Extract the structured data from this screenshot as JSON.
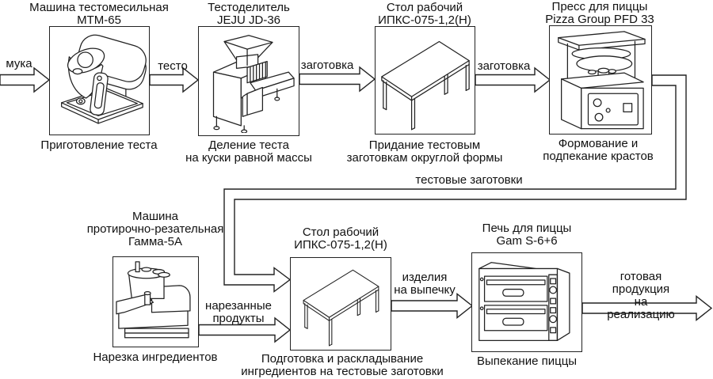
{
  "stages": [
    {
      "title": [
        "Машина тестомесильная",
        "МТМ-65"
      ],
      "caption": [
        "Приготовление теста"
      ]
    },
    {
      "title": [
        "Тестоделитель",
        "JEJU JD-36"
      ],
      "caption": [
        "Деление теста",
        "на куски равной массы"
      ]
    },
    {
      "title": [
        "Стол рабочий",
        "ИПКС-075-1,2(Н)"
      ],
      "caption": [
        "Придание тестовым",
        "заготовкам округлой формы"
      ]
    },
    {
      "title": [
        "Пресс для пиццы",
        "Pizza Group PFD 33"
      ],
      "caption": [
        "Формование и",
        "подпекание крастов"
      ]
    },
    {
      "title": [
        "Машина",
        "протирочно-резательная",
        "Гамма-5А"
      ],
      "caption": [
        "Нарезка ингредиентов"
      ]
    },
    {
      "title": [
        "Стол рабочий",
        "ИПКС-075-1,2(Н)"
      ],
      "caption": [
        "Подготовка и раскладывание",
        "ингредиентов на тестовые заготовки"
      ]
    },
    {
      "title": [
        "Печь для пиццы",
        "Gam S-6+6"
      ],
      "caption": [
        "Выпекание пиццы"
      ]
    }
  ],
  "flows": {
    "flour": "мука",
    "dough": "тесто",
    "blank_1": "заготовка",
    "blank_2": "заготовка",
    "dough_blanks": "тестовые заготовки",
    "cut_products": [
      "нарезанные",
      "продукты"
    ],
    "items_to_bake": [
      "изделия",
      "на выпечку"
    ],
    "finished_products": [
      "готовая продукция",
      "на реализацию"
    ]
  },
  "colors": {
    "line": "#222222",
    "text": "#111111",
    "background": "#ffffff"
  }
}
